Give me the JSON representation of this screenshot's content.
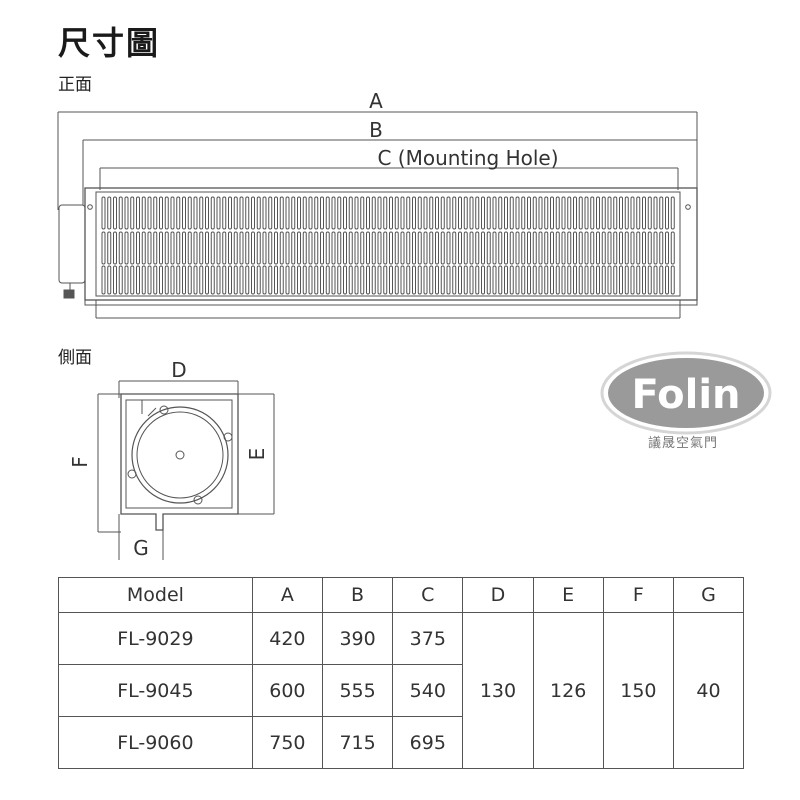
{
  "title": "尺寸圖",
  "front_view": {
    "label": "正面",
    "dim_a": "A",
    "dim_b": "B",
    "dim_c": "C (Mounting Hole)"
  },
  "side_view": {
    "label": "側面",
    "dim_d": "D",
    "dim_e": "E",
    "dim_f": "F",
    "dim_g": "G"
  },
  "logo": {
    "brand": "Folin",
    "tagline": "議晟空氣門",
    "colors": {
      "outer": "#d5d5d5",
      "inner": "#9a9a9a",
      "text": "#ffffff"
    }
  },
  "table": {
    "headers": [
      "Model",
      "A",
      "B",
      "C",
      "D",
      "E",
      "F",
      "G"
    ],
    "rows": [
      {
        "model": "FL-9029",
        "a": "420",
        "b": "390",
        "c": "375"
      },
      {
        "model": "FL-9045",
        "a": "600",
        "b": "555",
        "c": "540"
      },
      {
        "model": "FL-9060",
        "a": "750",
        "b": "715",
        "c": "695"
      }
    ],
    "shared": {
      "d": "130",
      "e": "126",
      "f": "150",
      "g": "40"
    }
  }
}
